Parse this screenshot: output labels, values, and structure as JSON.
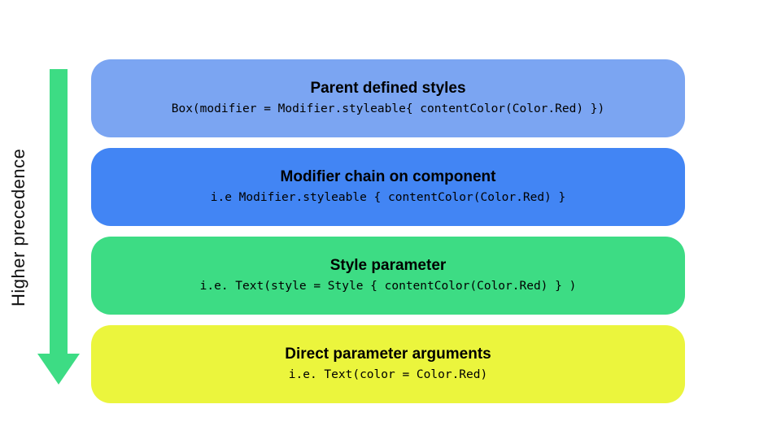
{
  "canvas": {
    "background": "#ffffff"
  },
  "arrow": {
    "label": "Higher precedence",
    "color": "#3ddc84"
  },
  "boxes": [
    {
      "title": "Parent defined styles",
      "code": "Box(modifier = Modifier.styleable{ contentColor(Color.Red) })",
      "color": "#7ba5f2"
    },
    {
      "title": "Modifier chain on component",
      "code": "i.e Modifier.styleable { contentColor(Color.Red) }",
      "color": "#4285f4"
    },
    {
      "title": "Style parameter",
      "code": "i.e. Text(style = Style { contentColor(Color.Red) } )",
      "color": "#3ddc84"
    },
    {
      "title": "Direct parameter arguments",
      "code": "i.e. Text(color = Color.Red)",
      "color": "#ebf53d"
    }
  ]
}
